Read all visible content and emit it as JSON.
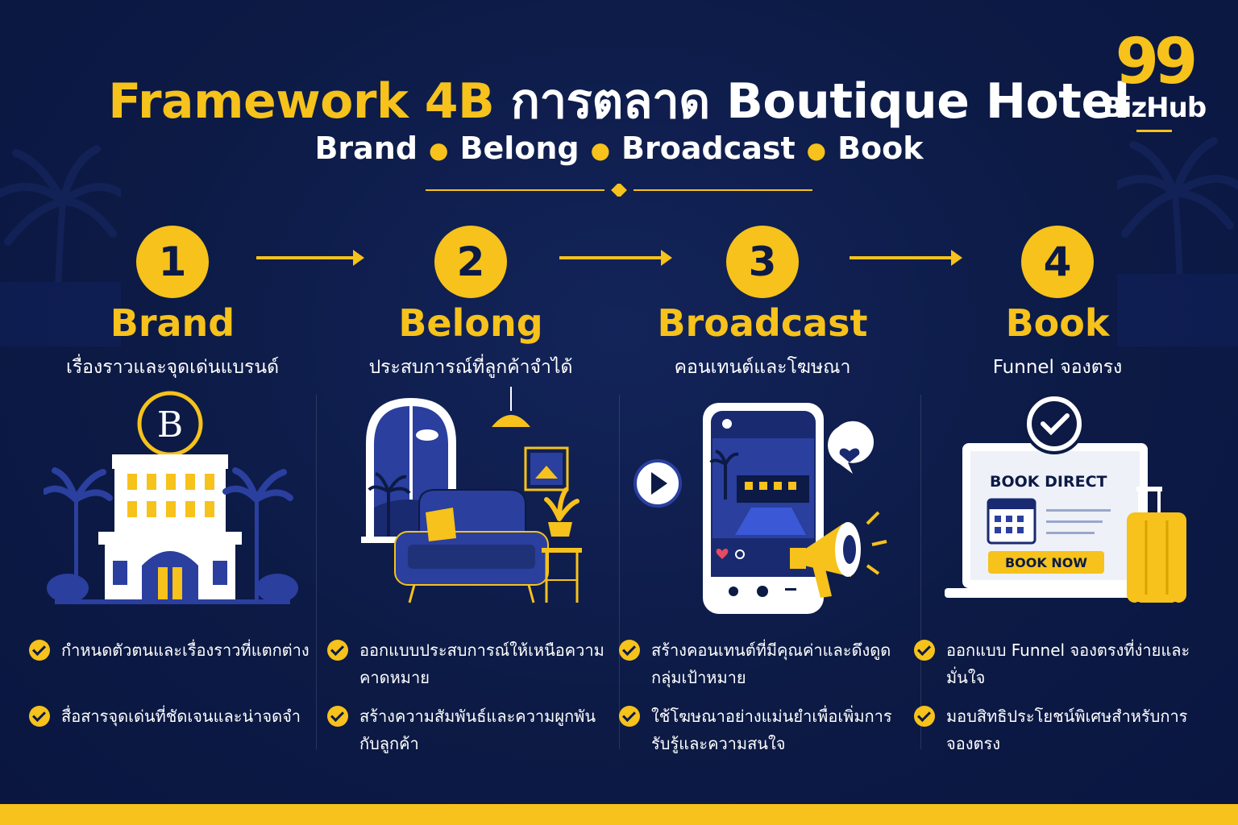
{
  "header": {
    "title_highlight": "Framework 4B",
    "title_rest": "การตลาด Boutique Hotel",
    "subtitle_items": [
      "Brand",
      "Belong",
      "Broadcast",
      "Book"
    ]
  },
  "logo": {
    "number": "99",
    "text": "BizHub"
  },
  "steps": [
    {
      "number": "1",
      "heading": "Brand",
      "subheading": "เรื่องราวและจุดเด่นแบรนด์",
      "illustration": "hotel-building-icon",
      "badge_letter": "B",
      "bullets": [
        "กำหนดตัวตนและเรื่องราวที่แตกต่าง",
        "สื่อสารจุดเด่นที่ชัดเจนและน่าจดจำ"
      ]
    },
    {
      "number": "2",
      "heading": "Belong",
      "subheading": "ประสบการณ์ที่ลูกค้าจำได้",
      "illustration": "cozy-room-icon",
      "bullets": [
        "ออกแบบประสบการณ์ให้เหนือความคาดหมาย",
        "สร้างความสัมพันธ์และความผูกพันกับลูกค้า"
      ]
    },
    {
      "number": "3",
      "heading": "Broadcast",
      "subheading": "คอนเทนต์และโฆษณา",
      "illustration": "phone-megaphone-icon",
      "bullets": [
        "สร้างคอนเทนต์ที่มีคุณค่าและดึงดูดกลุ่มเป้าหมาย",
        "ใช้โฆษณาอย่างแม่นยำเพื่อเพิ่มการรับรู้และความสนใจ"
      ]
    },
    {
      "number": "4",
      "heading": "Book",
      "subheading": "Funnel จองตรง",
      "illustration": "laptop-booking-icon",
      "screen_title": "BOOK DIRECT",
      "button_label": "BOOK NOW",
      "bullets": [
        "ออกแบบ Funnel จองตรงที่ง่ายและมั่นใจ",
        "มอบสิทธิประโยชน์พิเศษสำหรับการจองตรง"
      ]
    }
  ],
  "colors": {
    "background": "#0c1a45",
    "accent": "#f6c21b",
    "text": "#ffffff",
    "illustration_blue": "#2a3f9e"
  }
}
